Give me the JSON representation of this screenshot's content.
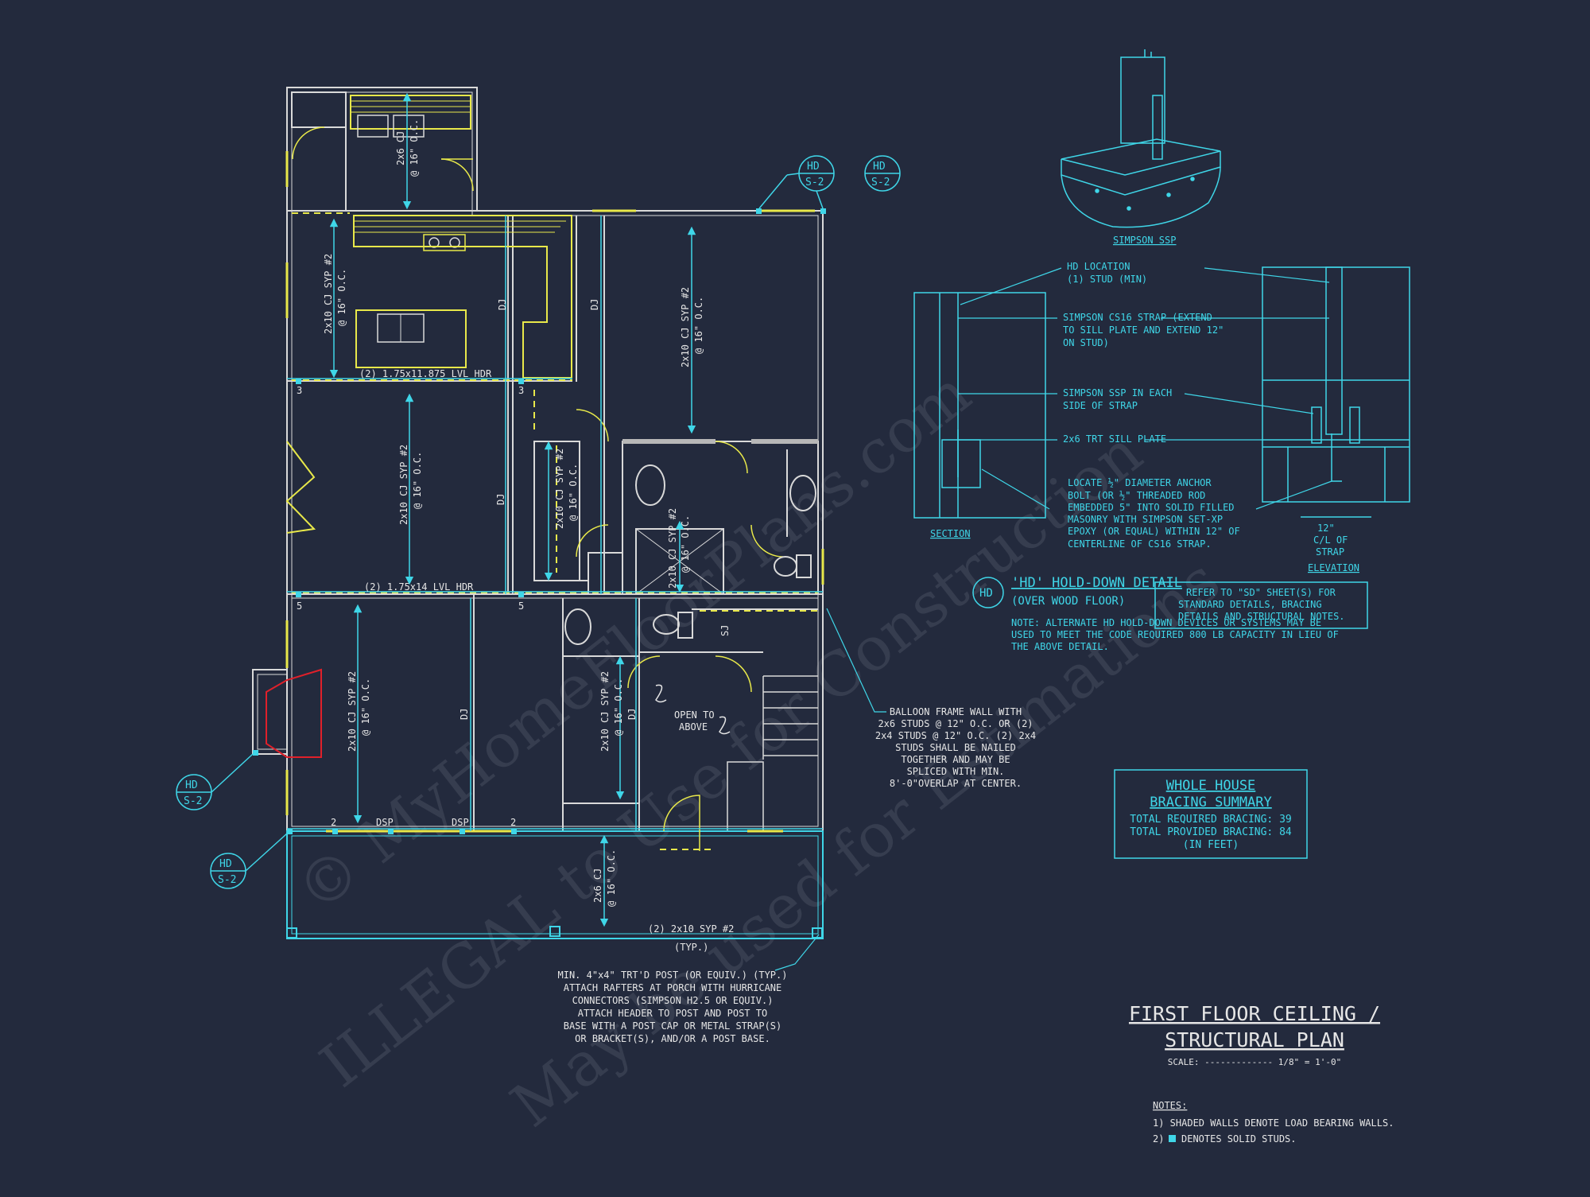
{
  "colors": {
    "background": "#232a3d",
    "wall": "#d9d9d9",
    "cyan": "#3fd6e8",
    "yellow": "#e8e84a",
    "red": "#e0202a"
  },
  "watermark": {
    "line1": "© MyHomeFloorPlans.com",
    "line2": "ILLEGAL to Use for Construction",
    "line3": "May be used for Estimations"
  },
  "plan": {
    "joists": {
      "upper_room": "2x6 CJ",
      "upper_room_spacing": "@ 16\" O.C.",
      "kitchen": "2x10 CJ SYP #2",
      "kitchen_spacing": "@ 16\" O.C.",
      "great_room": "2x10 CJ SYP #2",
      "great_room_spacing": "@ 16\" O.C.",
      "dining": "2x10 CJ SYP #2",
      "dining_spacing": "@ 16\" O.C.",
      "pantry": "2x10 CJ SYP #2",
      "pantry_spacing": "@ 16\" O.C.",
      "bath": "2x10 CJ SYP #2",
      "bath_spacing": "@ 16\" O.C.",
      "living": "2x10 CJ SYP #2",
      "living_spacing": "@ 16\" O.C.",
      "hall": "2x10 CJ SYP #2",
      "hall_spacing": "@ 16\" O.C.",
      "porch": "2x6 CJ",
      "porch_spacing": "@ 16\" O.C."
    },
    "dj": "DJ",
    "headers": {
      "kitchen": "(2) 1.75x11.875 LVL HDR",
      "dining": "(2) 1.75x14 LVL HDR",
      "porch": "(2) 2x10 SYP #2",
      "porch_typ": "(TYP.)"
    },
    "marks": {
      "three": "3",
      "five": "5",
      "two": "2",
      "dsp": "DSP",
      "sj": "SJ"
    },
    "open_to_above_1": "OPEN TO",
    "open_to_above_2": "ABOVE",
    "hd_tag": "HD",
    "sheet_tag": "S-2"
  },
  "notes": {
    "balloon": [
      "BALLOON FRAME WALL WITH",
      "2x6 STUDS @ 12\" O.C. OR (2)",
      "2x4 STUDS @ 12\" O.C. (2) 2x4",
      "STUDS SHALL BE NAILED",
      "TOGETHER AND MAY BE",
      "SPLICED WITH MIN.",
      "8'-0\"OVERLAP AT CENTER."
    ],
    "porch": [
      "MIN. 4\"x4\" TRT'D POST (OR EQUIV.) (TYP.)",
      "ATTACH RAFTERS AT PORCH WITH HURRICANE",
      "CONNECTORS (SIMPSON H2.5 OR EQUIV.)",
      "ATTACH HEADER TO POST AND POST TO",
      "BASE WITH A POST CAP OR METAL STRAP(S)",
      "OR BRACKET(S), AND/OR A POST BASE."
    ]
  },
  "detail": {
    "simpson_label": "SIMPSON SSP",
    "callouts": [
      "HD LOCATION",
      "(1) STUD (MIN)",
      "SIMPSON CS16 STRAP (EXTEND",
      "TO SILL PLATE AND EXTEND 12\"",
      "ON STUD)",
      "SIMPSON SSP IN EACH",
      "SIDE OF STRAP",
      "2x6 TRT SILL PLATE",
      "LOCATE ½\" DIAMETER ANCHOR",
      "BOLT (OR ½\" THREADED ROD",
      "EMBEDDED 5\" INTO SOLID FILLED",
      "MASONRY WITH SIMPSON SET-XP",
      "EPOXY (OR EQUAL) WITHIN 12\" OF",
      "CENTERLINE OF CS16 STRAP."
    ],
    "section_label": "SECTION",
    "elevation_label": "ELEVATION",
    "dim_1": "12\"",
    "dim_2": "C/L OF",
    "dim_3": "STRAP",
    "hd_symbol": "HD",
    "title": "'HD' HOLD-DOWN DETAIL",
    "subtitle": "(OVER WOOD FLOOR)",
    "note": [
      "NOTE: ALTERNATE HD HOLD-DOWN DEVICES OR SYSTEMS MAY BE",
      "USED TO MEET THE CODE REQUIRED 800 LB CAPACITY IN LIEU OF",
      "THE ABOVE DETAIL."
    ],
    "refer": [
      "REFER TO \"SD\" SHEET(S) FOR",
      "STANDARD DETAILS, BRACING",
      "DETAILS AND STRUCTURAL NOTES."
    ]
  },
  "bracing": {
    "title_1": "WHOLE HOUSE",
    "title_2": "BRACING SUMMARY",
    "required": "TOTAL REQUIRED BRACING: 39",
    "provided": "TOTAL PROVIDED BRACING: 84",
    "unit": "(IN FEET)"
  },
  "title_block": {
    "line1": "FIRST FLOOR CEILING /",
    "line2": "STRUCTURAL PLAN",
    "scale": "SCALE: ------------- 1/8\" = 1'-0\""
  },
  "general_notes": {
    "heading": "NOTES:",
    "n1": "1) SHADED WALLS DENOTE LOAD BEARING WALLS.",
    "n2": "2)",
    "n2b": "DENOTES SOLID STUDS."
  }
}
